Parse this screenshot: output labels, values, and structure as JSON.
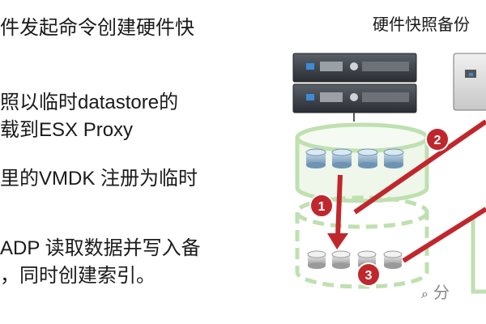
{
  "left_text": {
    "lines": [
      "件发起命令创建硬件快",
      "照以临时datastore的",
      "载到ESX Proxy",
      "里的VMDK 注册为临时",
      "ADP 读取数据并写入备",
      "，同时创建索引。"
    ]
  },
  "diagram": {
    "title": "硬件快照备份",
    "steps": [
      "1",
      "2",
      "3"
    ],
    "watermark": "分"
  },
  "colors": {
    "arrow_red": "#c0272d",
    "datastore_green": "#bfe0b0",
    "step_badge": "#c0272d",
    "server_dark": "#3a3f45",
    "disk_blue": "#8fb0cc",
    "disk_gray": "#b8b8b8"
  }
}
